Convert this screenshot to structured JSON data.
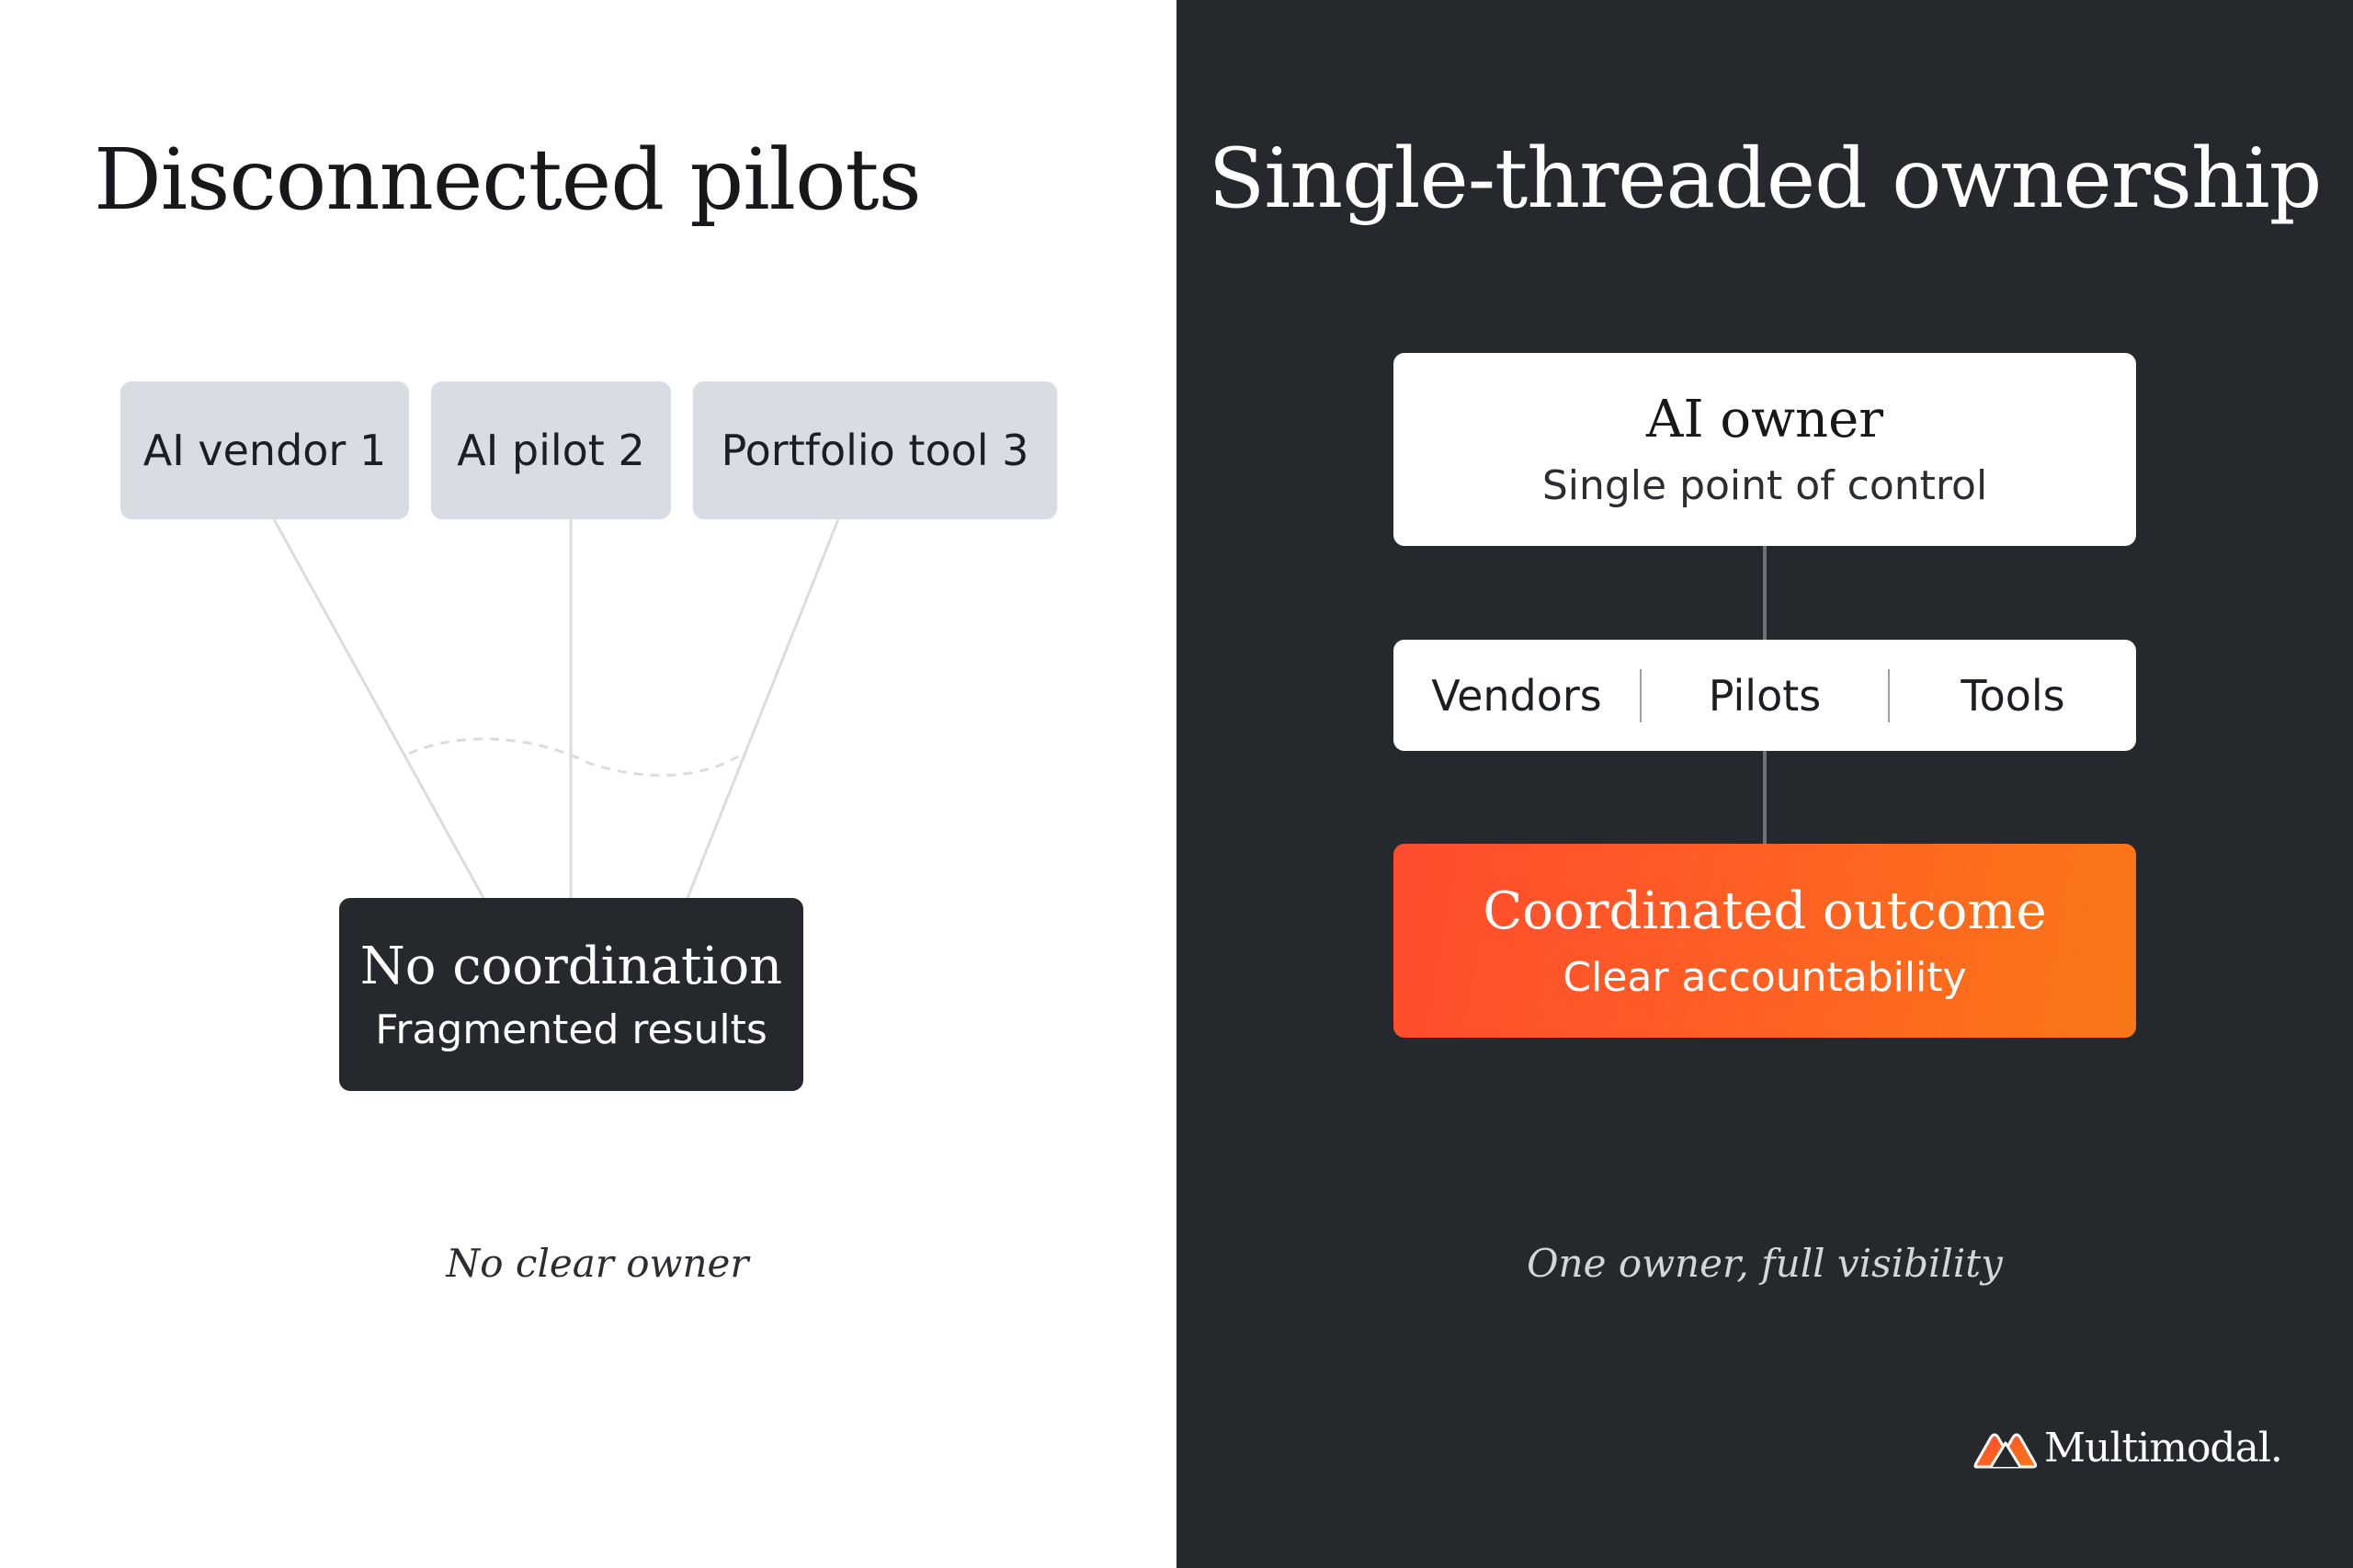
{
  "left_panel": {
    "heading": "Disconnected pilots",
    "sources": [
      "AI vendor 1",
      "AI pilot 2",
      "Portfolio tool 3"
    ],
    "result_box": {
      "title": "No coordination",
      "subtitle": "Fragmented results"
    },
    "caption": "No clear owner"
  },
  "right_panel": {
    "heading": "Single-threaded ownership",
    "owner_box": {
      "title": "AI owner",
      "subtitle": "Single point of control"
    },
    "segments": [
      "Vendors",
      "Pilots",
      "Tools"
    ],
    "outcome_box": {
      "title": "Coordinated outcome",
      "subtitle": "Clear accountability"
    },
    "caption": "One owner, full visibility"
  },
  "brand": {
    "name": "Multimodal.",
    "logo_icon": "mountain-logo-icon"
  },
  "colors": {
    "left_background": "#ffffff",
    "right_background": "#25282d",
    "source_box": "#d8dde4",
    "accent_gradient_start": "#ff4b2f",
    "accent_gradient_end": "#f97716"
  }
}
